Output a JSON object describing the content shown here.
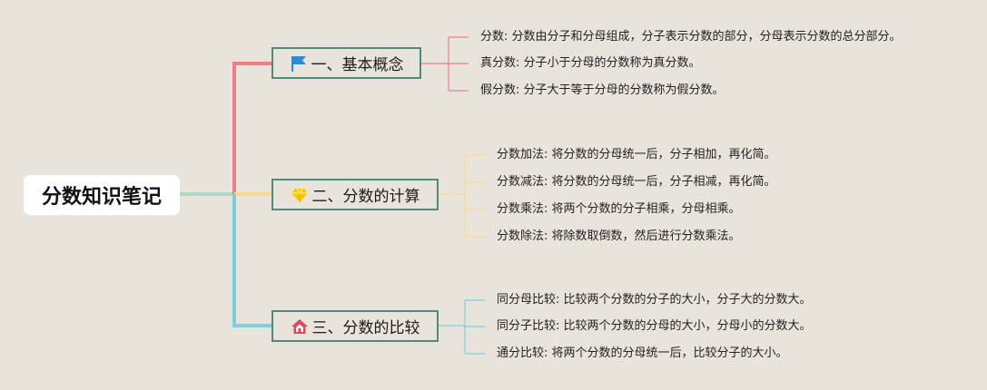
{
  "root": {
    "label": "分数知识笔记"
  },
  "colors": {
    "branch1": "#ef7f86",
    "branch2": "#fbd98a",
    "branch3": "#7dcfdb",
    "root_line": "#a9d8c8",
    "node_border": "#4f8a7c",
    "flag_icon": "#2a8ad6",
    "gem_icon": "#f2cc00",
    "house_icon": "#d84b5c"
  },
  "branches": [
    {
      "label": "一、基本概念",
      "icon": "flag-icon",
      "leaves": [
        "分数: 分数由分子和分母组成，分子表示分数的部分，分母表示分数的总分部分。",
        "真分数: 分子小于分母的分数称为真分数。",
        "假分数: 分子大于等于分母的分数称为假分数。"
      ]
    },
    {
      "label": "二、分数的计算",
      "icon": "gem-icon",
      "leaves": [
        "分数加法: 将分数的分母统一后，分子相加，再化简。",
        "分数减法: 将分数的分母统一后，分子相减，再化简。",
        "分数乘法: 将两个分数的分子相乘，分母相乘。",
        "分数除法: 将除数取倒数，然后进行分数乘法。"
      ]
    },
    {
      "label": "三、分数的比较",
      "icon": "house-icon",
      "leaves": [
        "同分母比较: 比较两个分数的分子的大小，分子大的分数大。",
        "同分子比较: 比较两个分数的分母的大小，分母小的分数大。",
        "通分比较: 将两个分数的分母统一后，比较分子的大小。"
      ]
    }
  ]
}
